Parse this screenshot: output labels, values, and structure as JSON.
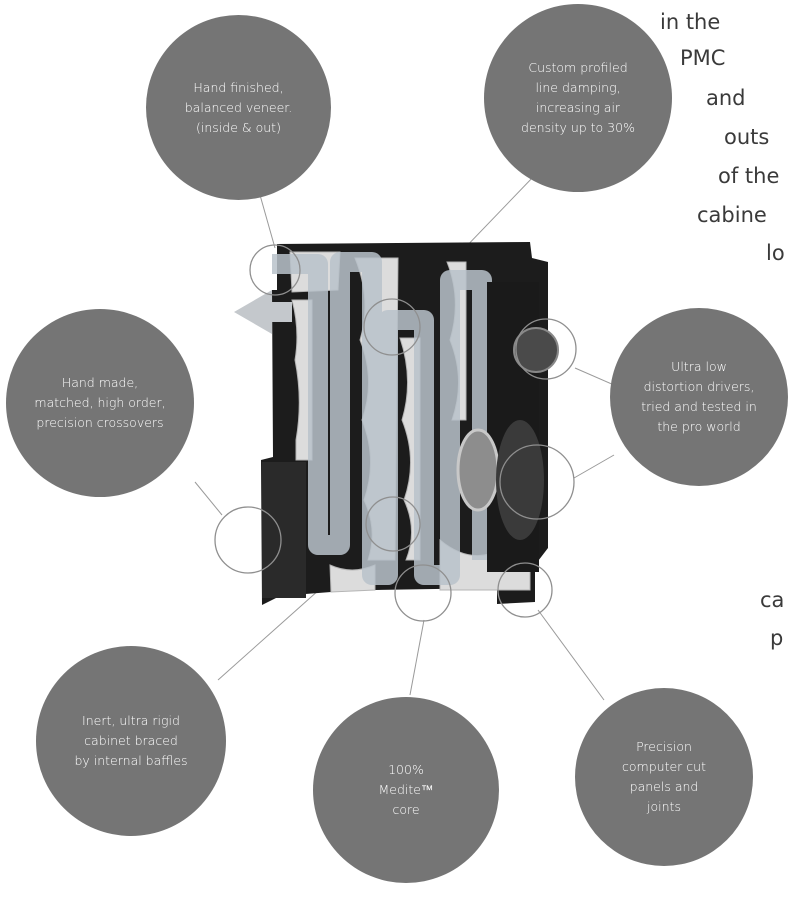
{
  "callouts": {
    "veneer": "Hand finished,\nbalanced veneer.\n(inside & out)",
    "damping": "Custom profiled\nline damping,\nincreasing air\ndensity up to 30%",
    "crossovers": "Hand made,\nmatched, high order,\nprecision crossovers",
    "drivers": "Ultra low\ndistortion drivers,\ntried and tested in\nthe pro world",
    "cabinet": "Inert, ultra rigid\ncabinet braced\nby internal baffles",
    "core": "100%\nMedite™\ncore",
    "panels": "Precision\ncomputer cut\npanels and\njoints"
  },
  "side_text": {
    "line1": "in the",
    "line2": "PMC",
    "line3": "and",
    "line4": "outs",
    "line5": "of the",
    "line6": "cabine",
    "line7": "lo",
    "line8": "ca",
    "line9": "p"
  },
  "colors": {
    "bubble": "#757575",
    "connector": "#9a9a9a",
    "cabinet": "#1a1a1a",
    "foam": "#d8d8d8",
    "airpath": "#b7c0c8"
  }
}
